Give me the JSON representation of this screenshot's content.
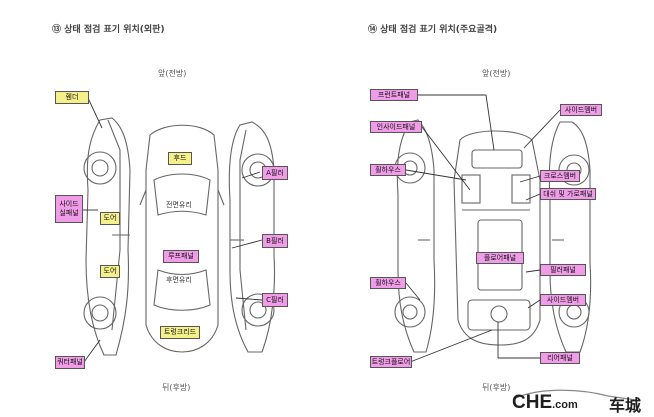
{
  "left_panel": {
    "heading": "⑬ 상태 점검 표기 위치(외판)",
    "front_label": "앞(전방)",
    "rear_label": "뒤(후방)",
    "callouts": {
      "fender": "휀더",
      "side_sill": "사이드\n실패널",
      "door_top": "도어",
      "door_bottom": "도어",
      "quarter": "쿼터패널",
      "hood": "후드",
      "roof": "루프패널",
      "trunk": "트렁크리드",
      "a_pillar": "A필러",
      "b_pillar": "B필러",
      "c_pillar": "C필러"
    },
    "inner": {
      "front_glass": "전면유리",
      "rear_glass": "후면유리"
    }
  },
  "right_panel": {
    "heading": "⑭ 상태 점검 표기 위치(주요골격)",
    "front_label": "앞(전방)",
    "rear_label": "뒤(후방)",
    "callouts": {
      "front_panel": "프런트패널",
      "inside_panel": "인사이드패널",
      "wheelhouse_front": "휠하우스",
      "wheelhouse_rear": "휠하우스",
      "rear_panel_left": "트렁크플로어",
      "side_member_tr": "사이드멤버",
      "cross_member": "크로스멤버",
      "dash_floor": "대쉬 및 가로패널",
      "floor_panel": "플로어패널",
      "pillar_panel": "필러패널",
      "side_member_br": "사이드멤버",
      "rear_panel": "리어패널"
    }
  },
  "watermark": {
    "brand": "CHE",
    "domain": ".com",
    "cn": "车城"
  }
}
